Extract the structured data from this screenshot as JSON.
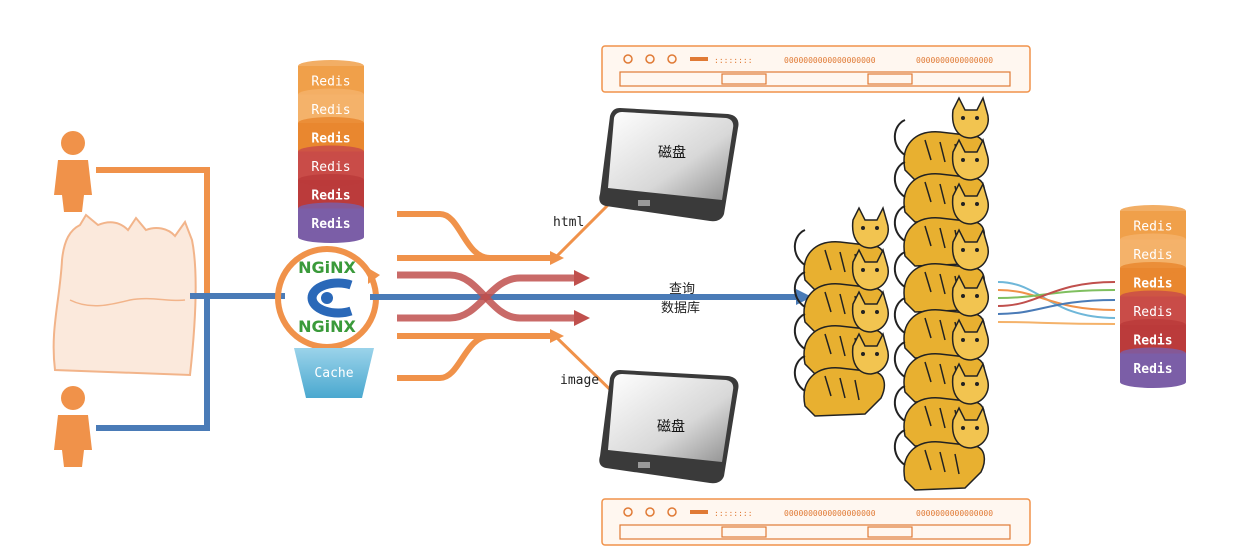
{
  "redis_stack_left": [
    "Redis",
    "Redis",
    "Redis",
    "Redis",
    "Redis",
    "Redis"
  ],
  "redis_stack_right": [
    "Redis",
    "Redis",
    "Redis",
    "Redis",
    "Redis",
    "Redis"
  ],
  "redis_colors": [
    "#f0a04a",
    "#f4b26a",
    "#e9872f",
    "#c94c48",
    "#bb3b3b",
    "#7b5ea7"
  ],
  "nginx_label_top": "NGiNX",
  "nginx_label_bottom": "NGiNX",
  "cache_label": "Cache",
  "disk_top_label": "磁盘",
  "disk_bottom_label": "磁盘",
  "html_label": "html",
  "image_label": "image",
  "query_label_line1": "查询",
  "query_label_line2": "数据库",
  "server_dots": "::::::::",
  "server_serial_a": "0000000000000000000",
  "server_serial_b": "0000000000000000",
  "colors": {
    "orange": "#f0924a",
    "blue": "#4a7bb7",
    "red": "#c0504d",
    "green": "#3a9a3a",
    "teal": "#6fb7d9"
  }
}
